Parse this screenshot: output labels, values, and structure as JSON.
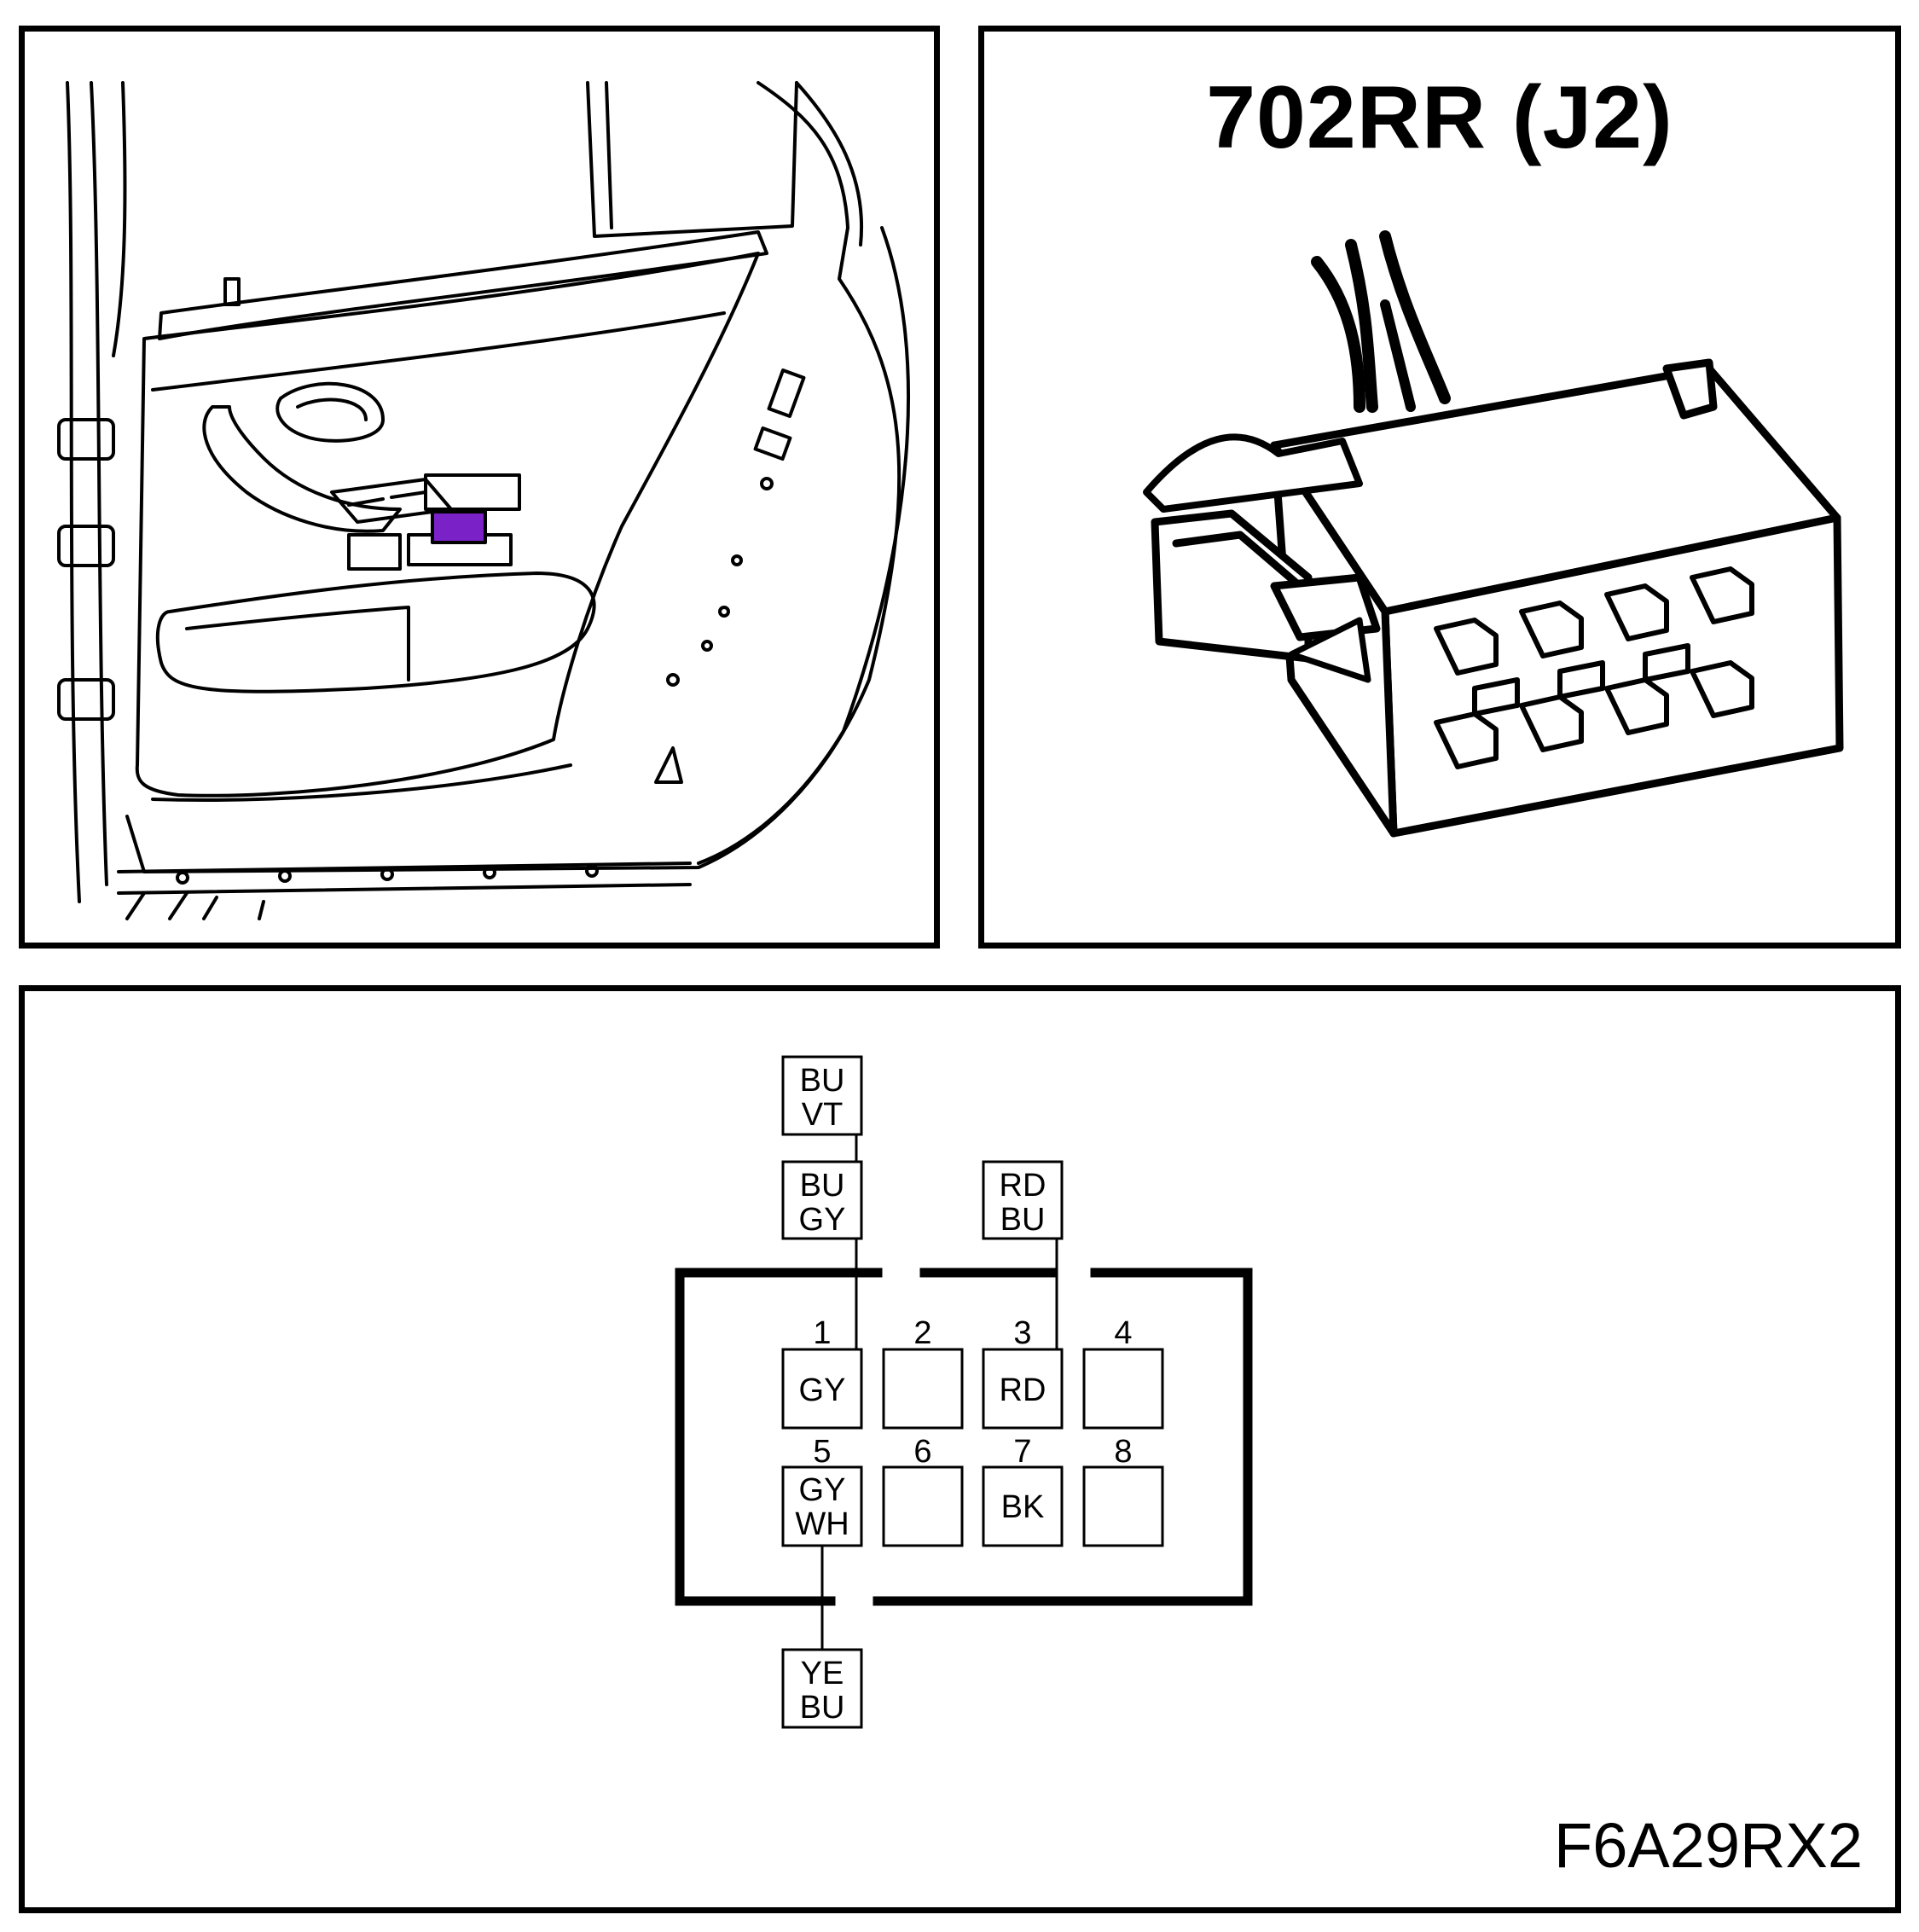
{
  "connector": {
    "title": "702RR (J2)",
    "reference_code": "F6A29RX2",
    "highlight_color": "#7a22c8"
  },
  "pins": [
    {
      "number": "1",
      "color": "GY"
    },
    {
      "number": "2",
      "color": ""
    },
    {
      "number": "3",
      "color": "RD"
    },
    {
      "number": "4",
      "color": ""
    },
    {
      "number": "5",
      "color": "GY\nWH"
    },
    {
      "number": "6",
      "color": ""
    },
    {
      "number": "7",
      "color": "BK"
    },
    {
      "number": "8",
      "color": ""
    }
  ],
  "wires": {
    "pin1_upper": [
      "BU",
      "VT"
    ],
    "pin1_lower": [
      "BU",
      "GY"
    ],
    "pin3": [
      "RD",
      "BU"
    ],
    "pin5_gy": "GY",
    "pin5_wh": "WH",
    "pin5_out": [
      "YE",
      "BU"
    ]
  }
}
